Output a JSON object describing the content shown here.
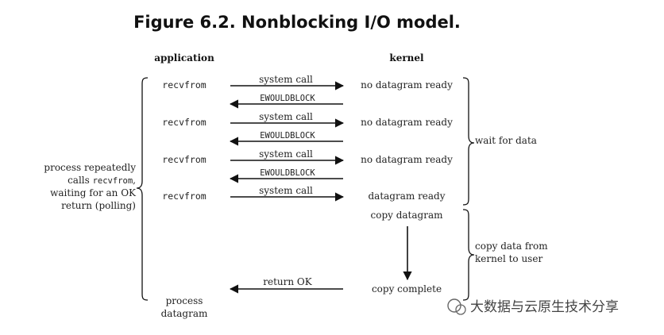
{
  "figure_title": "Figure 6.2. Nonblocking I/O model.",
  "headers": {
    "application": "application",
    "kernel": "kernel"
  },
  "rows": [
    {
      "app": "recvfrom",
      "call": "system call",
      "reply": "EWOULDBLOCK",
      "kernel": "no datagram ready"
    },
    {
      "app": "recvfrom",
      "call": "system call",
      "reply": "EWOULDBLOCK",
      "kernel": "no datagram ready"
    },
    {
      "app": "recvfrom",
      "call": "system call",
      "reply": "EWOULDBLOCK",
      "kernel": "no datagram ready"
    },
    {
      "app": "recvfrom",
      "call": "system call",
      "kernel": "datagram ready"
    }
  ],
  "copy": {
    "start": "copy datagram",
    "end": "copy complete",
    "return": "return OK"
  },
  "left_note": {
    "line1": "process repeatedly",
    "line2_prefix": "calls ",
    "line2_code": "recvfrom",
    "line2_suffix": ",",
    "line3": "waiting for an OK",
    "line4": "return (polling)"
  },
  "process": {
    "line1": "process",
    "line2": "datagram"
  },
  "right_notes": {
    "wait": "wait for data",
    "copy_line1": "copy data from",
    "copy_line2": "kernel to user"
  },
  "watermark": "大数据与云原生技术分享"
}
